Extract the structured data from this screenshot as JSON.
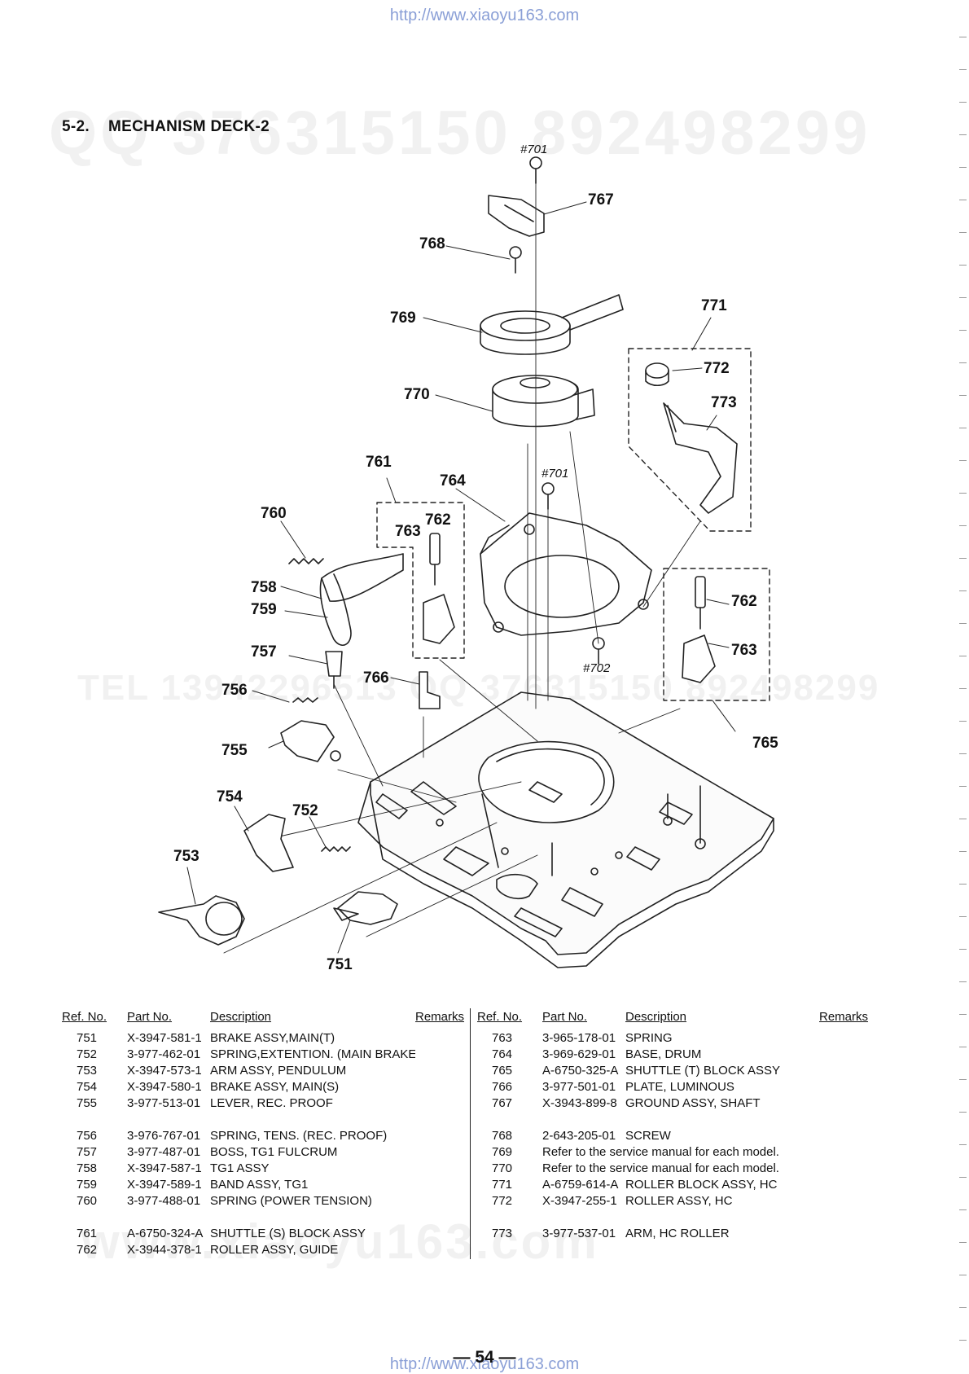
{
  "header": {
    "url_top": "http://www.xiaoyu163.com"
  },
  "footer": {
    "url_bottom": "http://www.xiaoyu163.com",
    "page_number": "— 54 —"
  },
  "watermarks": {
    "top": "QQ 376315150   892498299",
    "middle": "TEL 13942296513   QQ 376315150   892498299",
    "bottom": "www.xiaoyu163.com"
  },
  "section": {
    "number": "5-2.",
    "title": "MECHANISM DECK-2"
  },
  "callouts": [
    "#701",
    "767",
    "768",
    "769",
    "770",
    "771",
    "772",
    "773",
    "761",
    "764",
    "#701",
    "762",
    "763",
    "760",
    "758",
    "759",
    "762",
    "763",
    "757",
    "766",
    "#702",
    "756",
    "765",
    "755",
    "754",
    "752",
    "753",
    "751"
  ],
  "table": {
    "headers": {
      "ref": "Ref. No.",
      "part": "Part No.",
      "desc": "Description",
      "remarks": "Remarks"
    },
    "left": [
      {
        "ref": "751",
        "part": "X-3947-581-1",
        "desc": "BRAKE ASSY,MAIN(T)"
      },
      {
        "ref": "752",
        "part": "3-977-462-01",
        "desc": "SPRING,EXTENTION. (MAIN BRAKE)"
      },
      {
        "ref": "753",
        "part": "X-3947-573-1",
        "desc": "ARM ASSY, PENDULUM"
      },
      {
        "ref": "754",
        "part": "X-3947-580-1",
        "desc": "BRAKE ASSY, MAIN(S)"
      },
      {
        "ref": "755",
        "part": "3-977-513-01",
        "desc": "LEVER, REC. PROOF"
      },
      {
        "ref": "756",
        "part": "3-976-767-01",
        "desc": "SPRING, TENS. (REC. PROOF)"
      },
      {
        "ref": "757",
        "part": "3-977-487-01",
        "desc": "BOSS, TG1 FULCRUM"
      },
      {
        "ref": "758",
        "part": "X-3947-587-1",
        "desc": "TG1 ASSY"
      },
      {
        "ref": "759",
        "part": "X-3947-589-1",
        "desc": "BAND ASSY, TG1"
      },
      {
        "ref": "760",
        "part": "3-977-488-01",
        "desc": "SPRING (POWER TENSION)"
      },
      {
        "ref": "761",
        "part": "A-6750-324-A",
        "desc": "SHUTTLE (S) BLOCK ASSY"
      },
      {
        "ref": "762",
        "part": "X-3944-378-1",
        "desc": "ROLLER ASSY, GUIDE"
      }
    ],
    "right": [
      {
        "ref": "763",
        "part": "3-965-178-01",
        "desc": "SPRING"
      },
      {
        "ref": "764",
        "part": "3-969-629-01",
        "desc": "BASE, DRUM"
      },
      {
        "ref": "765",
        "part": "A-6750-325-A",
        "desc": "SHUTTLE (T) BLOCK ASSY"
      },
      {
        "ref": "766",
        "part": "3-977-501-01",
        "desc": "PLATE, LUMINOUS"
      },
      {
        "ref": "767",
        "part": "X-3943-899-8",
        "desc": "GROUND ASSY, SHAFT"
      },
      {
        "ref": "768",
        "part": "2-643-205-01",
        "desc": "SCREW"
      },
      {
        "ref": "769",
        "part": "",
        "desc": "Refer to the service manual for each model."
      },
      {
        "ref": "770",
        "part": "",
        "desc": "Refer to the service manual for each model."
      },
      {
        "ref": "771",
        "part": "A-6759-614-A",
        "desc": "ROLLER BLOCK ASSY, HC"
      },
      {
        "ref": "772",
        "part": "X-3947-255-1",
        "desc": "ROLLER ASSY, HC"
      },
      {
        "ref": "773",
        "part": "3-977-537-01",
        "desc": "ARM, HC ROLLER"
      }
    ]
  }
}
